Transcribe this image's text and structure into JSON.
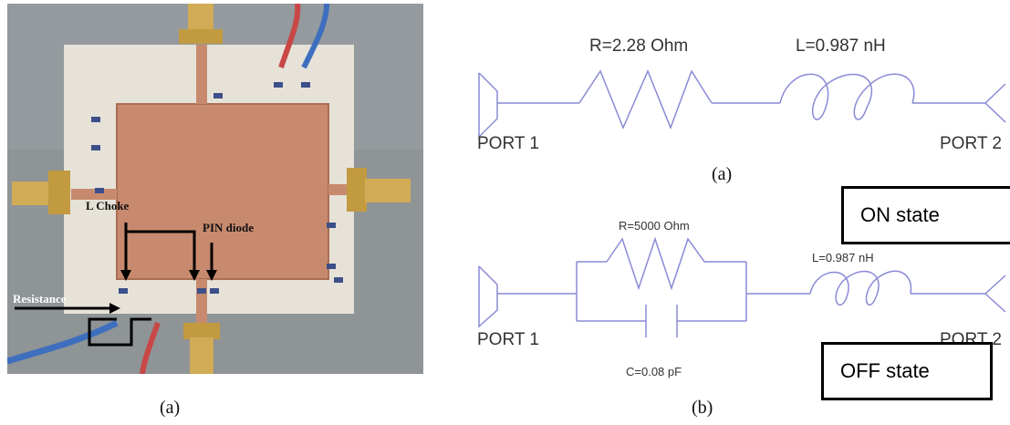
{
  "photo": {
    "labels": {
      "l_choke": "L Choke",
      "pin_diode": "PIN diode",
      "resistance": "Resistance"
    },
    "caption": "(a)"
  },
  "schematic": {
    "on": {
      "resistor_label": "R=2.28 Ohm",
      "inductor_label": "L=0.987 nH",
      "port1": "PORT 1",
      "port2": "PORT 2",
      "sub_caption": "(a)",
      "state_label": "ON state"
    },
    "off": {
      "resistor_label": "R=5000 Ohm",
      "inductor_label": "L=0.987 nH",
      "capacitor_label": "C=0.08 pF",
      "port1": "PORT 1",
      "port2": "PORT 2",
      "state_label": "OFF state"
    },
    "caption": "(b)"
  },
  "colors": {
    "wire": "#8a8ad6",
    "copper": "#c98a6c",
    "board": "#e8e4da",
    "connector": "#c9a24a"
  }
}
